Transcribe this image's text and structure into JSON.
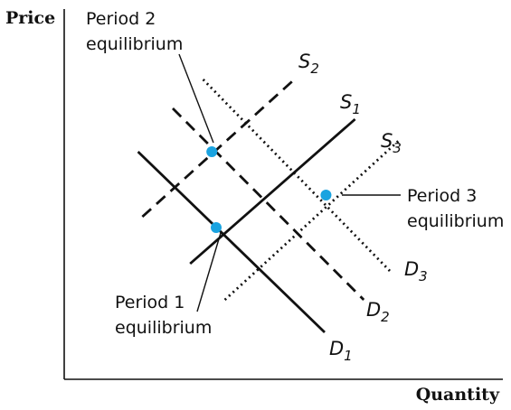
{
  "chart_data": {
    "type": "line",
    "title": "",
    "xlabel": "Quantity",
    "ylabel": "Price",
    "xlim": [
      0,
      10
    ],
    "ylim": [
      0,
      10
    ],
    "grid": false,
    "show_tick_labels": false,
    "colors": {
      "curve": "#111111",
      "point": "#1aa3e0"
    },
    "series": [
      {
        "id": "D1",
        "label_main": "D",
        "label_sub": "1",
        "style": "solid",
        "x": [
          1.7,
          6.0
        ],
        "y": [
          6.3,
          1.3
        ]
      },
      {
        "id": "S1",
        "label_main": "S",
        "label_sub": "1",
        "style": "solid",
        "x": [
          2.9,
          6.7
        ],
        "y": [
          3.2,
          7.2
        ]
      },
      {
        "id": "S2",
        "label_main": "S",
        "label_sub": "2",
        "style": "dashed",
        "x": [
          1.8,
          5.3
        ],
        "y": [
          4.5,
          8.3
        ]
      },
      {
        "id": "D2",
        "label_main": "D",
        "label_sub": "2",
        "style": "dashed",
        "x": [
          2.5,
          6.9
        ],
        "y": [
          7.5,
          2.2
        ]
      },
      {
        "id": "S3",
        "label_main": "S",
        "label_sub": "3",
        "style": "dotted",
        "x": [
          3.7,
          7.7
        ],
        "y": [
          2.2,
          6.6
        ]
      },
      {
        "id": "D3",
        "label_main": "D",
        "label_sub": "3",
        "style": "dotted",
        "x": [
          3.2,
          7.5
        ],
        "y": [
          8.3,
          3.0
        ]
      }
    ],
    "points": [
      {
        "id": "p2",
        "x": 3.4,
        "y": 6.3
      },
      {
        "id": "p1",
        "x": 3.5,
        "y": 4.2
      },
      {
        "id": "p3",
        "x": 6.03,
        "y": 5.1
      }
    ],
    "annotations": [
      {
        "id": "a2",
        "lines": [
          "Period 2",
          "equilibrium"
        ]
      },
      {
        "id": "a1",
        "lines": [
          "Period 1",
          "equilibrium"
        ]
      },
      {
        "id": "a3",
        "lines": [
          "Period 3",
          "equilibrium"
        ]
      }
    ]
  }
}
